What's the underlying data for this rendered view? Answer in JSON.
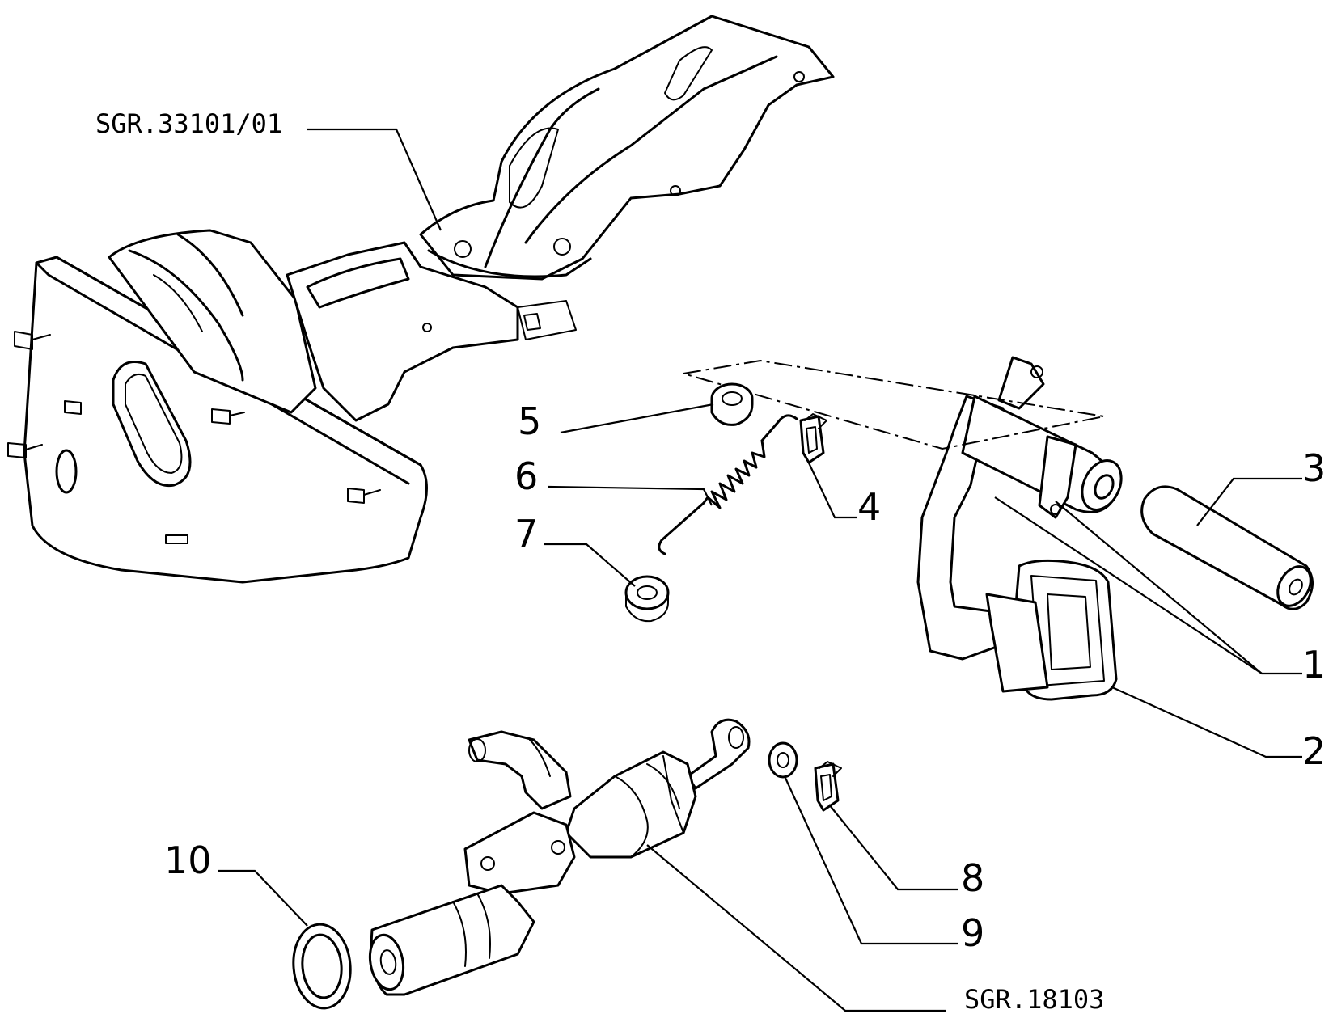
{
  "references": {
    "pedal_box": "SGR.33101/01",
    "master_cylinder": "SGR.18103"
  },
  "callouts": [
    "1",
    "2",
    "3",
    "4",
    "5",
    "6",
    "7",
    "8",
    "9",
    "10"
  ]
}
